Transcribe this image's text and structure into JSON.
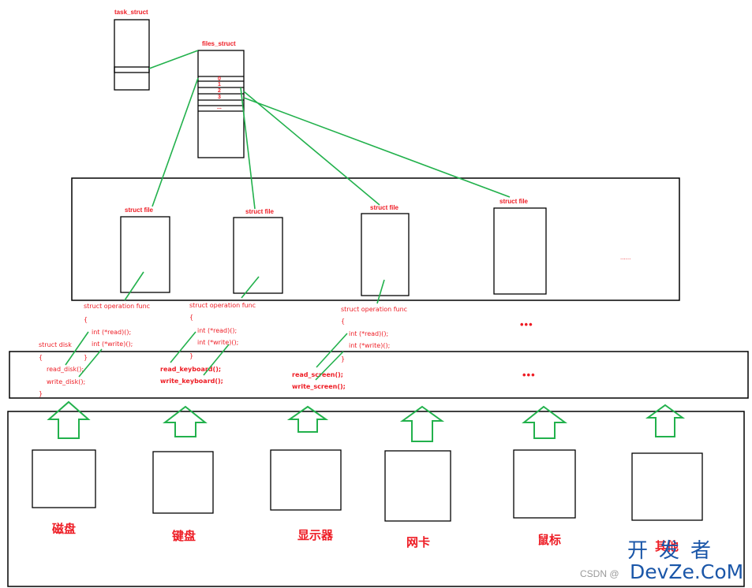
{
  "colors": {
    "text_red": "#ee1c24",
    "link_green": "#22b14c",
    "arrow_green": "#22b14c",
    "box_stroke": "#000000",
    "watermark": "#1a56a8"
  },
  "top": {
    "task_struct_label": "task_struct",
    "files_struct_label": "files_struct",
    "fd_indices": [
      "0",
      "1",
      "2",
      "3",
      "..."
    ]
  },
  "struct_file_label": "struct file",
  "ellipsis_inner": "......",
  "dots": "•••",
  "ops": {
    "col1": {
      "title": "struct operation func",
      "open": "{",
      "read": "int (*read)();",
      "write": "int (*write)();",
      "close": "}"
    },
    "col2": {
      "title": "struct operation func",
      "open": "{",
      "read": "int (*read)();",
      "write": "int (*write)();",
      "close": "}"
    },
    "col3": {
      "title": "struct operation func",
      "open": "{",
      "read": "int (*read)();",
      "write": "int (*write)();",
      "close": "}"
    }
  },
  "drivers": {
    "disk": {
      "title": "struct disk",
      "open": "{",
      "read": "read_disk();",
      "write": "write_disk();",
      "close": "}"
    },
    "keyboard": {
      "read": "read_keyboard();",
      "write": "write_keyboard();"
    },
    "screen": {
      "read": "read_screen();",
      "write": "write_screen();"
    }
  },
  "devices": [
    "磁盘",
    "键盘",
    "显示器",
    "网卡",
    "鼠标",
    "其他"
  ],
  "watermark": {
    "small": "CSDN @",
    "line1": "开发者",
    "line2": "DevZe.CoM"
  }
}
